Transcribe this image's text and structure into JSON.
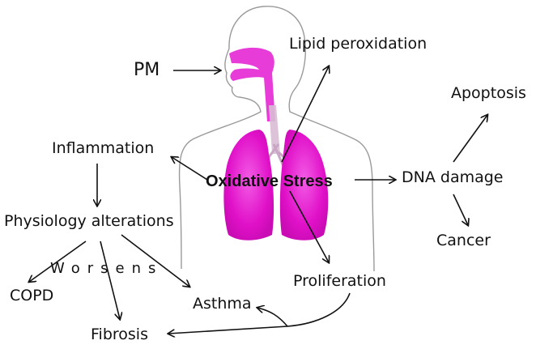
{
  "labels": {
    "pm": "PM",
    "lipid": "Lipid peroxidation",
    "apoptosis": "Apoptosis",
    "inflammation": "Inflammation",
    "oxidative": "Oxidative Stress",
    "dna": "DNA damage",
    "physiology": "Physiology alterations",
    "cancer": "Cancer",
    "worsens": "Worsens",
    "proliferation": "Proliferation",
    "copd": "COPD",
    "asthma": "Asthma",
    "fibrosis": "Fibrosis"
  },
  "colors": {
    "lung": "#e010c8",
    "airway": "#e83cd8",
    "outline": "#9a9a9a",
    "arrow": "#111111"
  },
  "icons": {
    "human": "human-silhouette-icon",
    "lungs": "lungs-icon"
  }
}
